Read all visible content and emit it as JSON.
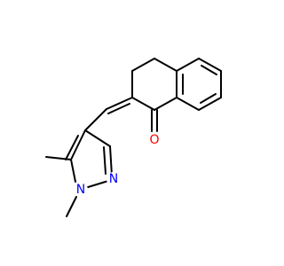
{
  "molecule": {
    "atoms": {
      "oxygen": {
        "label": "O",
        "color": "#ff0000"
      },
      "nitrogen_methyl": {
        "label": "N",
        "color": "#0000ff"
      },
      "nitrogen_ring": {
        "label": "N",
        "color": "#0000ff"
      }
    },
    "bond_color": "#000000"
  }
}
